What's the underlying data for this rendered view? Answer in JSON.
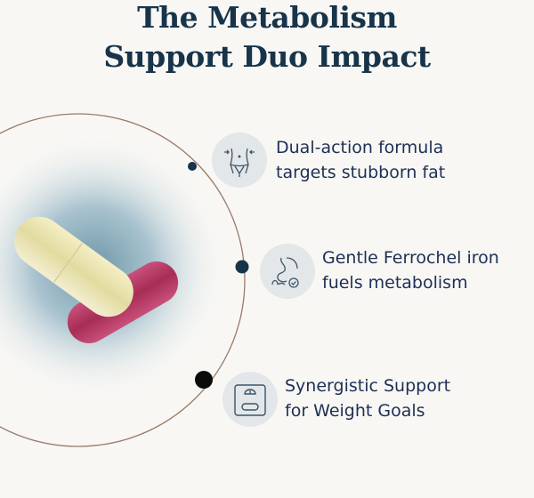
{
  "title": {
    "line1": "The Metabolism",
    "line2": "Support Duo Impact"
  },
  "features": [
    {
      "icon": "waist-icon",
      "line1": "Dual-action formula",
      "line2": "targets stubborn fat"
    },
    {
      "icon": "stomach-check-icon",
      "line1": "Gentle Ferrochel iron",
      "line2": "fuels metabolism"
    },
    {
      "icon": "scale-icon",
      "line1": "Synergistic Support",
      "line2": "for Weight Goals"
    }
  ],
  "colors": {
    "title": "#17344a",
    "text": "#1d2f55",
    "dot": "#17344a",
    "ring": "#9a7a6a",
    "capsule_yellow": "#ece6b0",
    "capsule_pink": "#b5385f"
  }
}
